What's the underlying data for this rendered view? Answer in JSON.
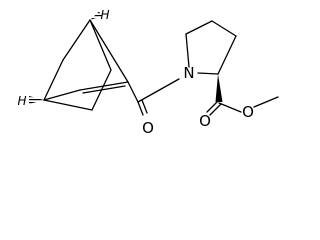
{
  "atoms": {
    "nitrogen": "N",
    "carbonyl_oxygen": "O",
    "ester_carbonyl_oxygen": "O",
    "ester_ether_oxygen": "O",
    "stereo_h_top": "H",
    "stereo_h_left": "H"
  },
  "colors": {
    "bond": "#000000",
    "background": "#ffffff"
  }
}
